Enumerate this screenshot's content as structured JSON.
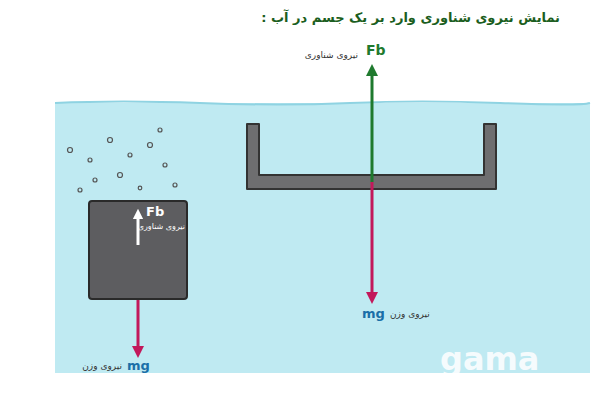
{
  "diagram": {
    "title": "نمایش نیروی شناوری وارد بر یک جسم در آب :",
    "nodes": [
      {
        "text": [
          "Fb",
          "نیروی شناوری"
        ]
      }
    ],
    "labels": [
      "Fb",
      "نیروی شناوری",
      "mg",
      "نیروی وزن",
      "mg",
      "نیروی وزن",
      "gama"
    ]
  }
}
